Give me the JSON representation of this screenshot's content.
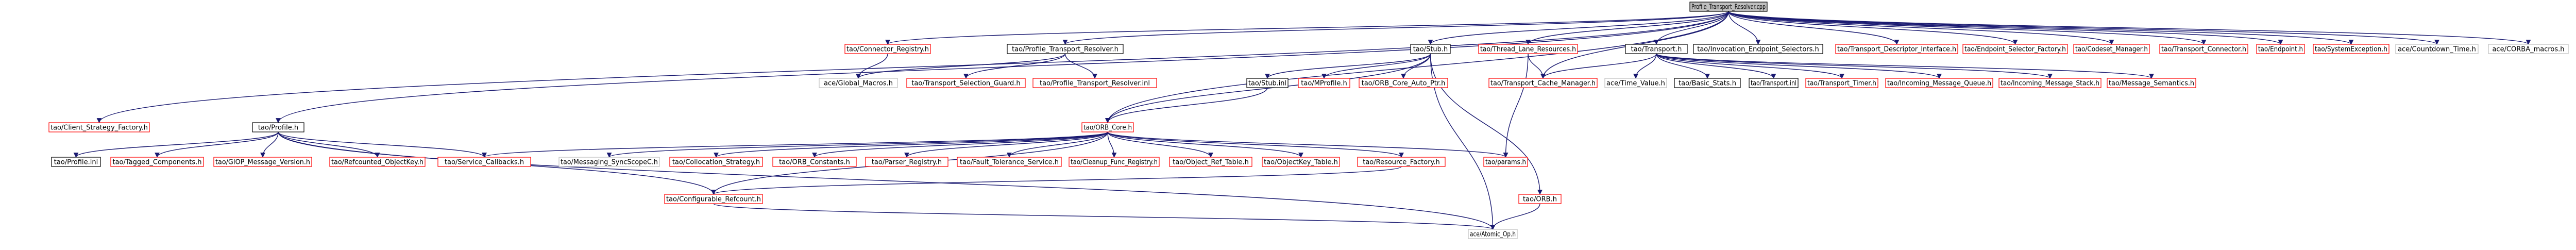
{
  "graph": {
    "root": "Profile_Transport_Resolver.cpp",
    "nodes": [
      {
        "id": "root",
        "label": "Profile_Transport_Resolver.cpp",
        "kind": "root"
      },
      {
        "id": "n1",
        "label": "tao/Connector_Registry.h",
        "kind": "normal"
      },
      {
        "id": "n2",
        "label": "tao/Profile_Transport_Resolver.h",
        "kind": "black"
      },
      {
        "id": "n3",
        "label": "tao/Stub.h",
        "kind": "black"
      },
      {
        "id": "n4",
        "label": "tao/Thread_Lane_Resources.h",
        "kind": "normal"
      },
      {
        "id": "n5",
        "label": "tao/Transport.h",
        "kind": "black"
      },
      {
        "id": "n6",
        "label": "tao/Invocation_Endpoint_Selectors.h",
        "kind": "black"
      },
      {
        "id": "n7",
        "label": "tao/Transport_Descriptor_Interface.h",
        "kind": "normal"
      },
      {
        "id": "n8",
        "label": "tao/Endpoint_Selector_Factory.h",
        "kind": "normal"
      },
      {
        "id": "n9",
        "label": "tao/Codeset_Manager.h",
        "kind": "normal"
      },
      {
        "id": "n10",
        "label": "tao/Transport_Connector.h",
        "kind": "normal"
      },
      {
        "id": "n11",
        "label": "tao/Endpoint.h",
        "kind": "normal"
      },
      {
        "id": "n12",
        "label": "tao/SystemException.h",
        "kind": "normal"
      },
      {
        "id": "n13",
        "label": "ace/Countdown_Time.h",
        "kind": "plain"
      },
      {
        "id": "n14",
        "label": "ace/CORBA_macros.h",
        "kind": "plain"
      },
      {
        "id": "n15",
        "label": "ace/Global_Macros.h",
        "kind": "plain"
      },
      {
        "id": "n16",
        "label": "tao/Transport_Selection_Guard.h",
        "kind": "normal"
      },
      {
        "id": "n17",
        "label": "tao/Profile_Transport_Resolver.inl",
        "kind": "normal"
      },
      {
        "id": "n18",
        "label": "tao/Stub.inl",
        "kind": "black"
      },
      {
        "id": "n19",
        "label": "tao/MProfile.h",
        "kind": "normal"
      },
      {
        "id": "n20",
        "label": "tao/ORB_Core_Auto_Ptr.h",
        "kind": "normal"
      },
      {
        "id": "n21",
        "label": "tao/Transport_Cache_Manager.h",
        "kind": "normal"
      },
      {
        "id": "n22",
        "label": "ace/Time_Value.h",
        "kind": "plain"
      },
      {
        "id": "n23",
        "label": "tao/Basic_Stats.h",
        "kind": "black"
      },
      {
        "id": "n24",
        "label": "tao/Transport.inl",
        "kind": "black"
      },
      {
        "id": "n25",
        "label": "tao/Transport_Timer.h",
        "kind": "normal"
      },
      {
        "id": "n26",
        "label": "tao/Incoming_Message_Queue.h",
        "kind": "normal"
      },
      {
        "id": "n27",
        "label": "tao/Incoming_Message_Stack.h",
        "kind": "normal"
      },
      {
        "id": "n28",
        "label": "tao/Message_Semantics.h",
        "kind": "normal"
      },
      {
        "id": "n29",
        "label": "tao/Client_Strategy_Factory.h",
        "kind": "normal"
      },
      {
        "id": "n30",
        "label": "tao/Profile.h",
        "kind": "black"
      },
      {
        "id": "n31",
        "label": "tao/ORB_Core.h",
        "kind": "normal"
      },
      {
        "id": "n32",
        "label": "tao/Profile.inl",
        "kind": "black"
      },
      {
        "id": "n33",
        "label": "tao/Tagged_Components.h",
        "kind": "normal"
      },
      {
        "id": "n34",
        "label": "tao/GIOP_Message_Version.h",
        "kind": "normal"
      },
      {
        "id": "n35",
        "label": "tao/Refcounted_ObjectKey.h",
        "kind": "normal"
      },
      {
        "id": "n36",
        "label": "tao/Service_Callbacks.h",
        "kind": "normal"
      },
      {
        "id": "n37",
        "label": "tao/Messaging_SyncScopeC.h",
        "kind": "plain"
      },
      {
        "id": "n38",
        "label": "tao/Collocation_Strategy.h",
        "kind": "normal"
      },
      {
        "id": "n39",
        "label": "tao/ORB_Constants.h",
        "kind": "normal"
      },
      {
        "id": "n40",
        "label": "tao/Parser_Registry.h",
        "kind": "normal"
      },
      {
        "id": "n41",
        "label": "tao/Fault_Tolerance_Service.h",
        "kind": "normal"
      },
      {
        "id": "n42",
        "label": "tao/Cleanup_Func_Registry.h",
        "kind": "normal"
      },
      {
        "id": "n43",
        "label": "tao/Object_Ref_Table.h",
        "kind": "normal"
      },
      {
        "id": "n44",
        "label": "tao/ObjectKey_Table.h",
        "kind": "normal"
      },
      {
        "id": "n45",
        "label": "tao/Resource_Factory.h",
        "kind": "normal"
      },
      {
        "id": "n46",
        "label": "tao/params.h",
        "kind": "normal"
      },
      {
        "id": "n47",
        "label": "tao/Configurable_Refcount.h",
        "kind": "normal"
      },
      {
        "id": "n48",
        "label": "tao/ORB.h",
        "kind": "normal"
      },
      {
        "id": "n49",
        "label": "ace/Atomic_Op.h",
        "kind": "plain"
      }
    ],
    "edges": [
      [
        "root",
        "n1"
      ],
      [
        "root",
        "n2"
      ],
      [
        "root",
        "n3"
      ],
      [
        "root",
        "n4"
      ],
      [
        "root",
        "n5"
      ],
      [
        "root",
        "n6"
      ],
      [
        "root",
        "n7"
      ],
      [
        "root",
        "n8"
      ],
      [
        "root",
        "n9"
      ],
      [
        "root",
        "n10"
      ],
      [
        "root",
        "n11"
      ],
      [
        "root",
        "n12"
      ],
      [
        "root",
        "n13"
      ],
      [
        "root",
        "n14"
      ],
      [
        "root",
        "n21"
      ],
      [
        "root",
        "n29"
      ],
      [
        "root",
        "n30"
      ],
      [
        "root",
        "n31"
      ],
      [
        "n1",
        "n15"
      ],
      [
        "n2",
        "n15"
      ],
      [
        "n2",
        "n16"
      ],
      [
        "n2",
        "n17"
      ],
      [
        "n3",
        "n18"
      ],
      [
        "n3",
        "n19"
      ],
      [
        "n3",
        "n20"
      ],
      [
        "n3",
        "n31"
      ],
      [
        "n3",
        "n48"
      ],
      [
        "n3",
        "n49"
      ],
      [
        "n4",
        "n21"
      ],
      [
        "n4",
        "n46"
      ],
      [
        "n5",
        "n21"
      ],
      [
        "n5",
        "n22"
      ],
      [
        "n5",
        "n23"
      ],
      [
        "n5",
        "n24"
      ],
      [
        "n5",
        "n25"
      ],
      [
        "n5",
        "n26"
      ],
      [
        "n5",
        "n27"
      ],
      [
        "n5",
        "n28"
      ],
      [
        "n18",
        "n31"
      ],
      [
        "n30",
        "n32"
      ],
      [
        "n30",
        "n33"
      ],
      [
        "n30",
        "n34"
      ],
      [
        "n30",
        "n35"
      ],
      [
        "n30",
        "n36"
      ],
      [
        "n30",
        "n47"
      ],
      [
        "n30",
        "n49"
      ],
      [
        "n31",
        "n36"
      ],
      [
        "n31",
        "n37"
      ],
      [
        "n31",
        "n38"
      ],
      [
        "n31",
        "n39"
      ],
      [
        "n31",
        "n40"
      ],
      [
        "n31",
        "n41"
      ],
      [
        "n31",
        "n42"
      ],
      [
        "n31",
        "n43"
      ],
      [
        "n31",
        "n44"
      ],
      [
        "n31",
        "n45"
      ],
      [
        "n31",
        "n46"
      ],
      [
        "n31",
        "n47"
      ],
      [
        "n45",
        "n47"
      ],
      [
        "n47",
        "n49"
      ],
      [
        "n48",
        "n49"
      ]
    ]
  }
}
